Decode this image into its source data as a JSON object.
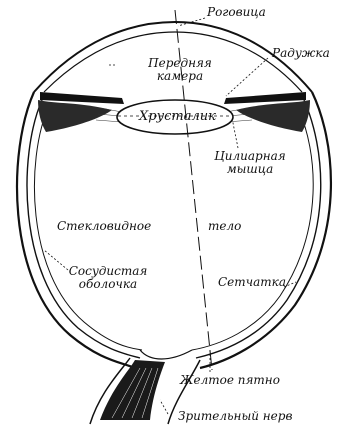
{
  "labels": {
    "cornea": "Роговица",
    "anterior_chamber_line1": "Передняя",
    "anterior_chamber_line2": "камера",
    "iris": "Радужка",
    "lens": "Хрусталик",
    "ciliary_muscle_line1": "Цилиарная",
    "ciliary_muscle_line2": "мышца",
    "vitreous_part1": "Стекловидное",
    "vitreous_part2": "тело",
    "choroid_line1": "Сосудистая",
    "choroid_line2": "оболочка",
    "retina": "Сетчатка",
    "macula": "Желтое пятно",
    "optic_nerve": "Зрительный нерв"
  },
  "colors": {
    "ink": "#111111",
    "background": "#ffffff"
  }
}
